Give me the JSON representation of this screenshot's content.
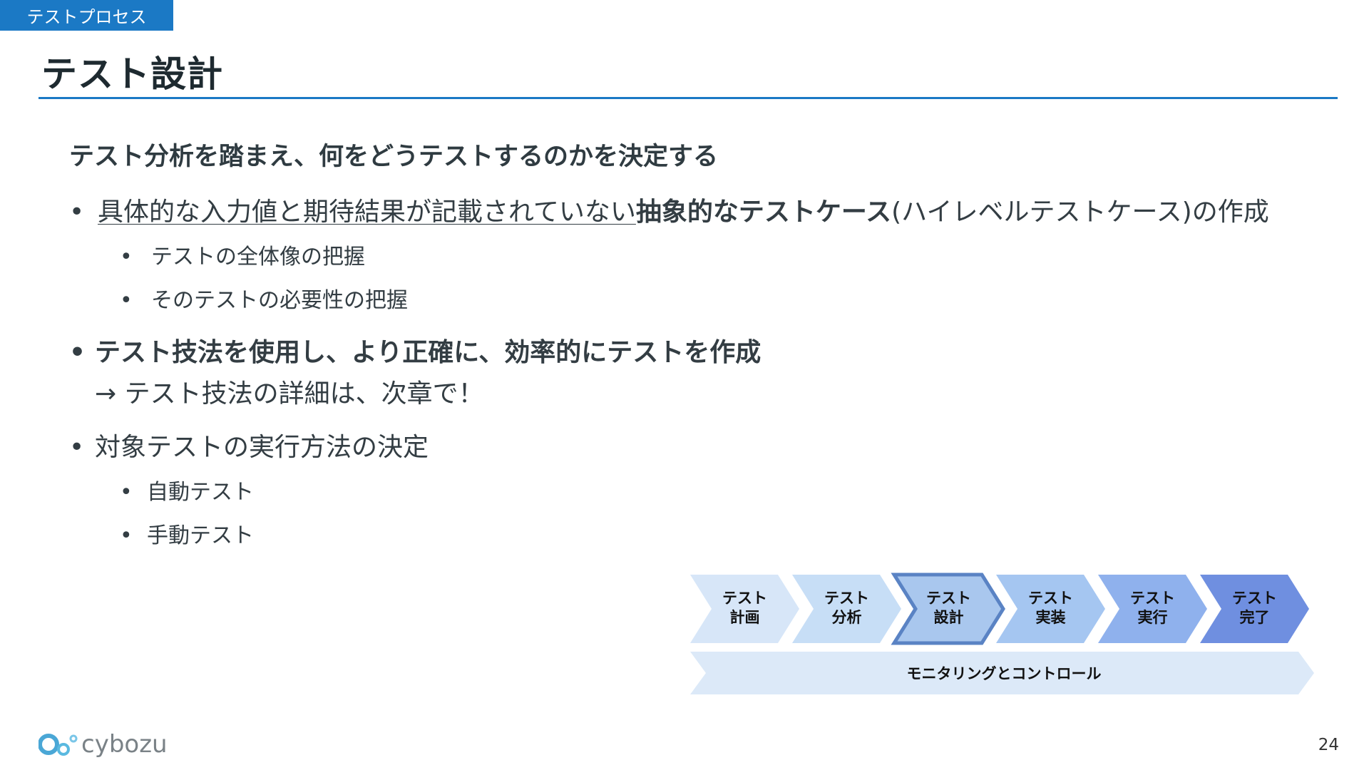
{
  "header": {
    "section_tag": "テストプロセス",
    "title": "テスト設計"
  },
  "subtitle": "テスト分析を踏まえ、何をどうテストするのかを決定する",
  "bullets": {
    "b1": {
      "underlined": "具体的な入力値と期待結果が記載されていない",
      "bold": "抽象的なテストケース",
      "rest": "(ハイレベルテストケース)の作成",
      "sub1": "テストの全体像の把握",
      "sub2": "そのテストの必要性の把握"
    },
    "b2": {
      "bold": "テスト技法を使用し、より正確に、効率的にテストを作成",
      "note": "→ テスト技法の詳細は、次章で！"
    },
    "b3": {
      "text": "対象テストの実行方法の決定",
      "sub1": "自動テスト",
      "sub2": "手動テスト"
    }
  },
  "process": {
    "steps": [
      {
        "line1": "テスト",
        "line2": "計画",
        "color": "#d7e6f8"
      },
      {
        "line1": "テスト",
        "line2": "分析",
        "color": "#c7def6"
      },
      {
        "line1": "テスト",
        "line2": "設計",
        "color": "#a9c7ee",
        "highlight": true
      },
      {
        "line1": "テスト",
        "line2": "実装",
        "color": "#a5c6f1"
      },
      {
        "line1": "テスト",
        "line2": "実行",
        "color": "#8fb1ed"
      },
      {
        "line1": "テスト",
        "line2": "完了",
        "color": "#6f8fe0"
      }
    ],
    "highlight_border": "#5a83c4",
    "monitoring": "モニタリングとコントロール",
    "monitoring_color": "#dce9f8"
  },
  "footer": {
    "logo_text": "cybozu",
    "page_number": "24"
  }
}
